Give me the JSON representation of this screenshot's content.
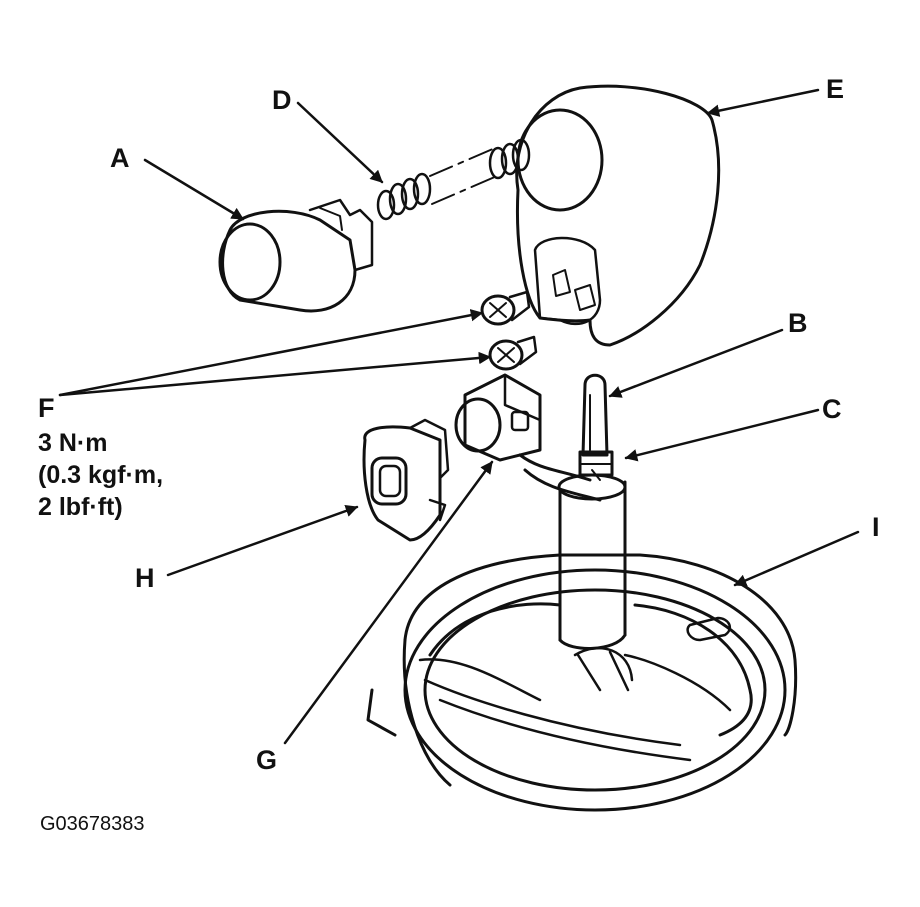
{
  "callouts": {
    "a": "A",
    "b": "B",
    "c": "C",
    "d": "D",
    "e": "E",
    "f": "F",
    "g": "G",
    "h": "H",
    "i": "I"
  },
  "torque": {
    "line1": "3 N·m",
    "line2": "(0.3 kgf·m,",
    "line3": "2 lbf·ft)"
  },
  "figure_code": "G03678383",
  "colors": {
    "ink": "#111111",
    "paper": "#ffffff"
  }
}
